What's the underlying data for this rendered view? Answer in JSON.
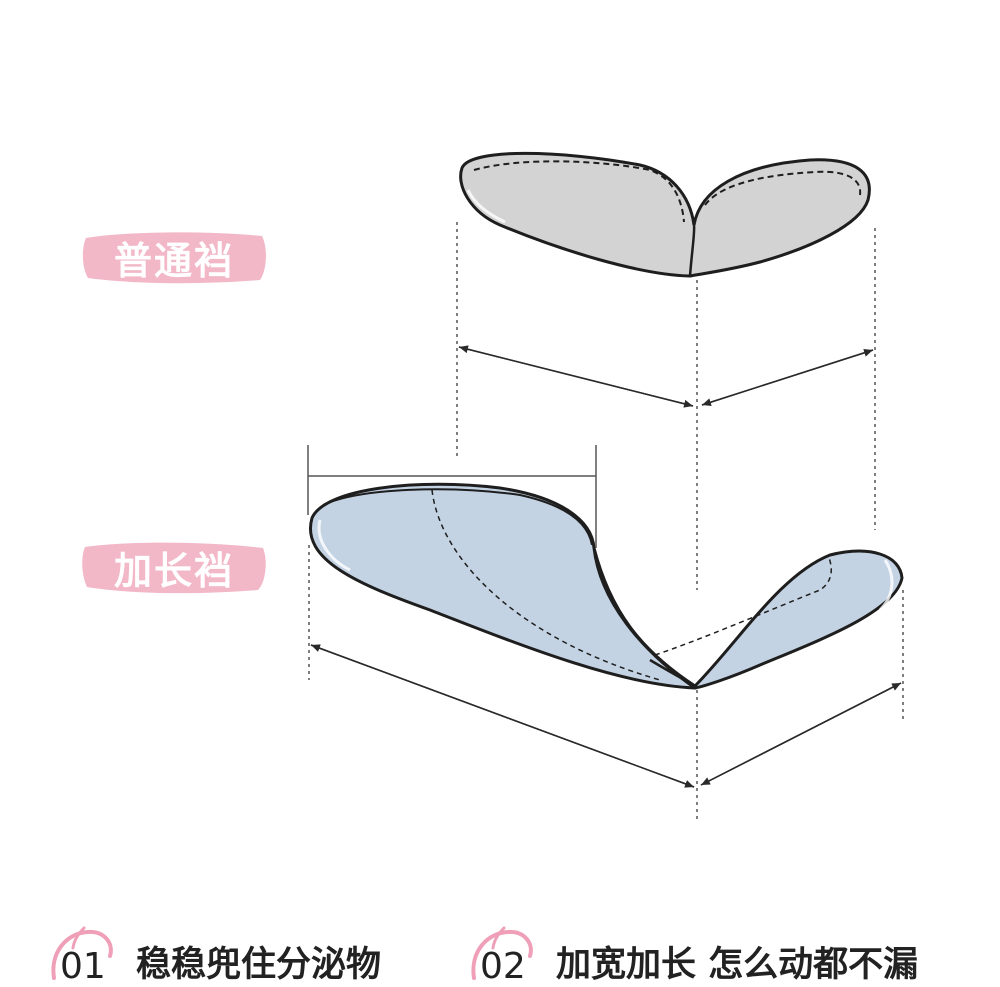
{
  "labels": {
    "regular": "普通裆",
    "extended": "加长裆"
  },
  "features": [
    {
      "number": "01",
      "text": "稳稳兜住分泌物"
    },
    {
      "number": "02",
      "text": "加宽加长 怎么动都不漏"
    }
  ],
  "colors": {
    "tag_pink": "#f2b8c8",
    "regular_fill": "#d3d3d3",
    "extended_fill": "#c4d3e3",
    "outline": "#1e1e1e",
    "number_circle": "#ef9fb8"
  }
}
